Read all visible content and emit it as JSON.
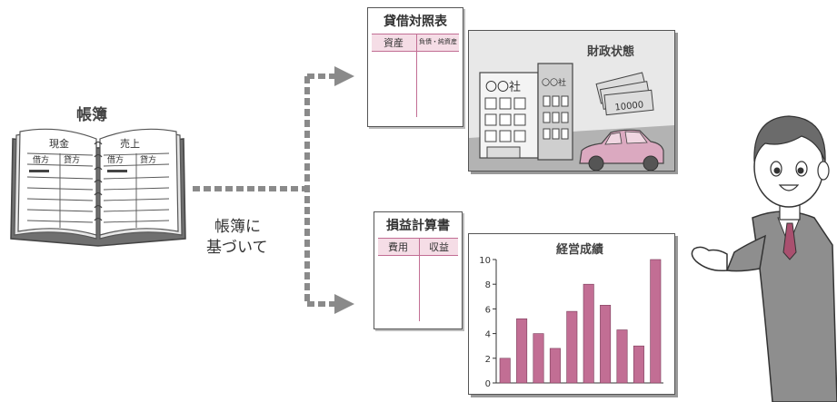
{
  "ledger": {
    "title": "帳簿",
    "left_page_header": "現金",
    "right_page_header": "売上",
    "col_debit": "借方",
    "col_credit": "貸方"
  },
  "flow": {
    "label_line1": "帳簿に",
    "label_line2": "基づいて"
  },
  "balance_sheet": {
    "title": "貸借対照表",
    "col_left": "資産",
    "col_right": "負債・純資産"
  },
  "financial_state": {
    "title": "財政状態",
    "building_sign_main": "〇〇社",
    "building_sign_side": "〇〇社",
    "money_label": "10000"
  },
  "income_statement": {
    "title": "損益計算書",
    "col_left": "費用",
    "col_right": "収益"
  },
  "chart_data": {
    "type": "bar",
    "title": "経営成績",
    "values": [
      2,
      5.2,
      4,
      2.8,
      5.8,
      8,
      6.3,
      4.3,
      3,
      10
    ],
    "ylim": [
      0,
      10
    ],
    "yticks": [
      0,
      2,
      4,
      6,
      8,
      10
    ],
    "bar_color": "#c26e94"
  },
  "colors": {
    "accent_pink": "#c26e94",
    "header_pink": "#f5dde6",
    "scene_bg": "#d8d8d8",
    "arrow_gray": "#8a8a8a"
  }
}
